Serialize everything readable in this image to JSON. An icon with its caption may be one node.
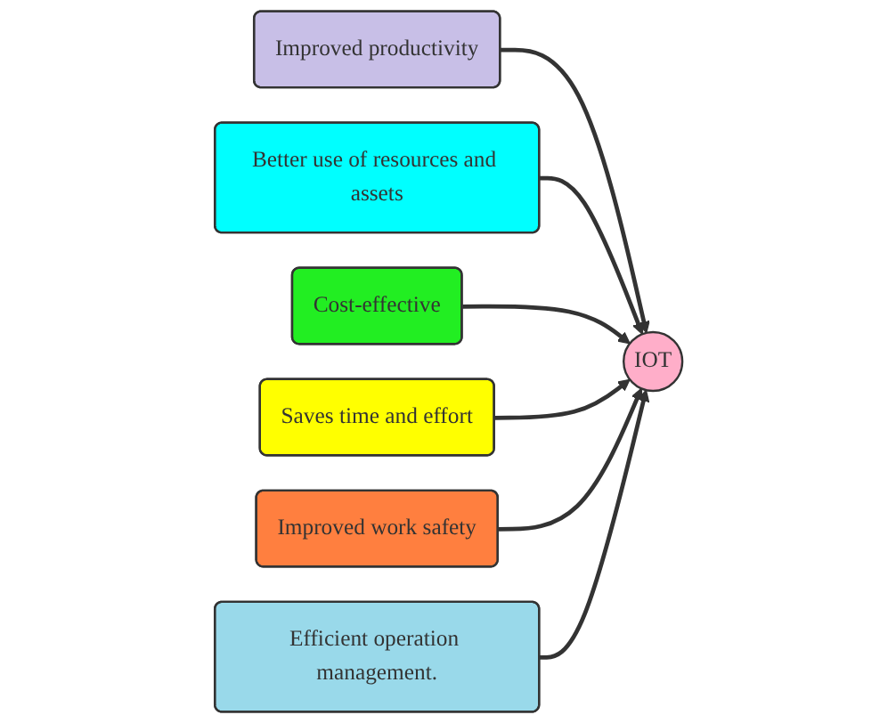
{
  "diagram": {
    "nodes": [
      {
        "text": [
          "Improved productivity"
        ]
      },
      {
        "text": [
          "Better use of resources and assets"
        ]
      },
      {
        "text": [
          "Cost-effective"
        ]
      },
      {
        "text": [
          "IOT"
        ]
      },
      {
        "text": [
          "Saves time and effort"
        ]
      },
      {
        "text": [
          "Improved work safety"
        ]
      },
      {
        "text": [
          "Efficient operation management."
        ]
      }
    ],
    "edges": [
      {
        "from": 0,
        "to": 3,
        "arrow": "to"
      },
      {
        "from": 1,
        "to": 3,
        "arrow": "to"
      },
      {
        "from": 2,
        "to": 3,
        "arrow": "to"
      },
      {
        "from": 4,
        "to": 3,
        "arrow": "to"
      },
      {
        "from": 5,
        "to": 3,
        "arrow": "to"
      },
      {
        "from": 6,
        "to": 3,
        "arrow": "to"
      }
    ]
  }
}
